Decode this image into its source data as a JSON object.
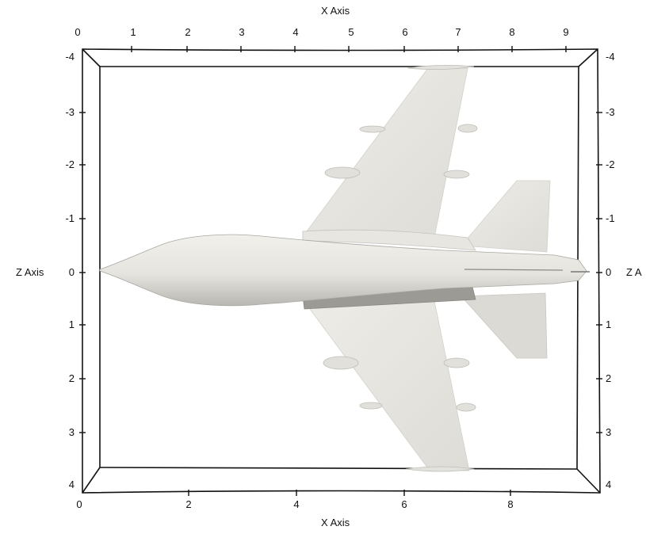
{
  "view": {
    "x_axis_title_top": "X Axis",
    "x_axis_title_bottom": "X Axis",
    "z_axis_title_left": "Z Axis",
    "z_axis_title_right": "Z A",
    "x_ticks_top": [
      "0",
      "1",
      "2",
      "3",
      "4",
      "5",
      "6",
      "7",
      "8",
      "9"
    ],
    "x_ticks_bottom": [
      "0",
      "2",
      "4",
      "6",
      "8"
    ],
    "z_ticks_left": [
      "-4",
      "-3",
      "-2",
      "-1",
      "0",
      "1",
      "2",
      "3",
      "4"
    ],
    "z_ticks_right": [
      "-4",
      "-3",
      "-2",
      "-1",
      "0",
      "1",
      "2",
      "3",
      "4"
    ]
  },
  "colors": {
    "background": "#ffffff",
    "aircraft_fill": "#ebe9e3",
    "aircraft_shadow": "#b8b6b0",
    "axes_line": "#111111"
  },
  "model": {
    "name": "aircraft-model",
    "shading": "surface"
  }
}
